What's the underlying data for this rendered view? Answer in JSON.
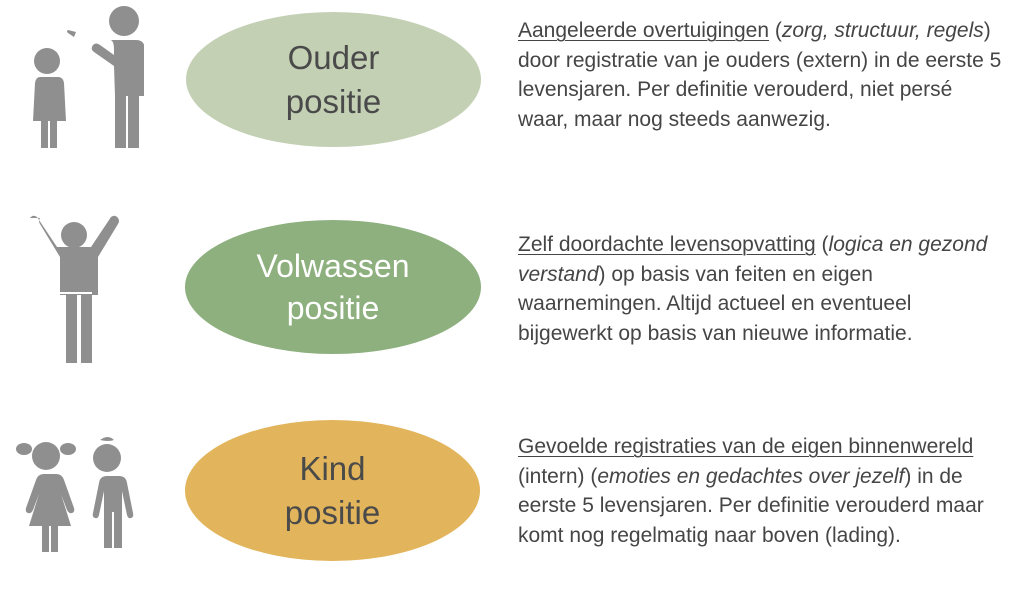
{
  "colors": {
    "ouder": "#c3d0b4",
    "volwassen": "#8db07e",
    "kind": "#e2b45b",
    "icon": "#8f8f8f",
    "oval_text_dark": "#4a4a4a",
    "oval_text_light": "#ffffff"
  },
  "rows": [
    {
      "icon": "parent-child-pointing-icon",
      "oval": {
        "line1": "Ouder",
        "line2": "positie"
      },
      "desc": {
        "u1": "Aangeleerde overtuigingen",
        "p1": " (",
        "i1": "zorg, structuur, regels",
        "p2": ") door registratie van je ouders (extern) in de eerste 5 levensjaren. Per definitie verouderd, niet persé waar, maar nog steeds aanwezig."
      }
    },
    {
      "icon": "adult-arms-raised-icon",
      "oval": {
        "line1": "Volwassen",
        "line2": "positie"
      },
      "desc": {
        "u1": "Zelf doordachte levensopvatting",
        "p1": " (",
        "i1": "logica en gezond verstand",
        "p2": ") op basis van feiten en eigen waarnemingen. Altijd actueel en eventueel bijgewerkt op basis van nieuwe informatie."
      }
    },
    {
      "icon": "children-icon",
      "oval": {
        "line1": "Kind",
        "line2": "positie"
      },
      "desc": {
        "u1": "Gevoelde registraties van de eigen binnenwereld",
        "p1": " (intern) (",
        "i1": "emoties en gedachtes over jezelf",
        "p2": ") in de eerste 5 levensjaren. Per definitie verouderd maar komt nog regelmatig naar boven (lading)."
      }
    }
  ]
}
